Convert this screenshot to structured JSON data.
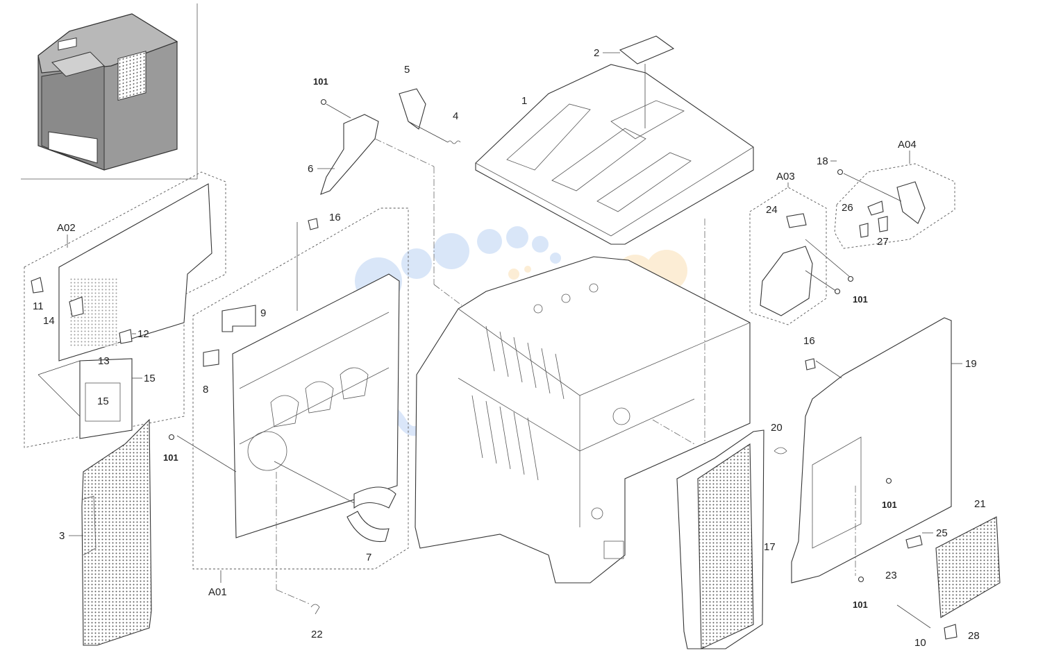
{
  "diagram": {
    "labels": {
      "p1": "1",
      "p2": "2",
      "p3": "3",
      "p4": "4",
      "p5": "5",
      "p6": "6",
      "p7": "7",
      "p8": "8",
      "p9": "9",
      "p10": "10",
      "p11": "11",
      "p12": "12",
      "p13": "13",
      "p14": "14",
      "p15a": "15",
      "p15b": "15",
      "p16a": "16",
      "p16b": "16",
      "p17": "17",
      "p18": "18",
      "p19": "19",
      "p20": "20",
      "p21": "21",
      "p22": "22",
      "p23": "23",
      "p24": "24",
      "p25": "25",
      "p26": "26",
      "p27": "27",
      "p28": "28",
      "a01": "A01",
      "a02": "A02",
      "a03": "A03",
      "a04": "A04",
      "s101a": "101",
      "s101b": "101",
      "s101c": "101",
      "s101d": "101",
      "s101e": "101"
    },
    "colors": {
      "line": "#333333",
      "printer_body": "#9a9a9a",
      "watermark_blue": "#7aa7e8",
      "watermark_orange": "#f5c26b"
    }
  }
}
